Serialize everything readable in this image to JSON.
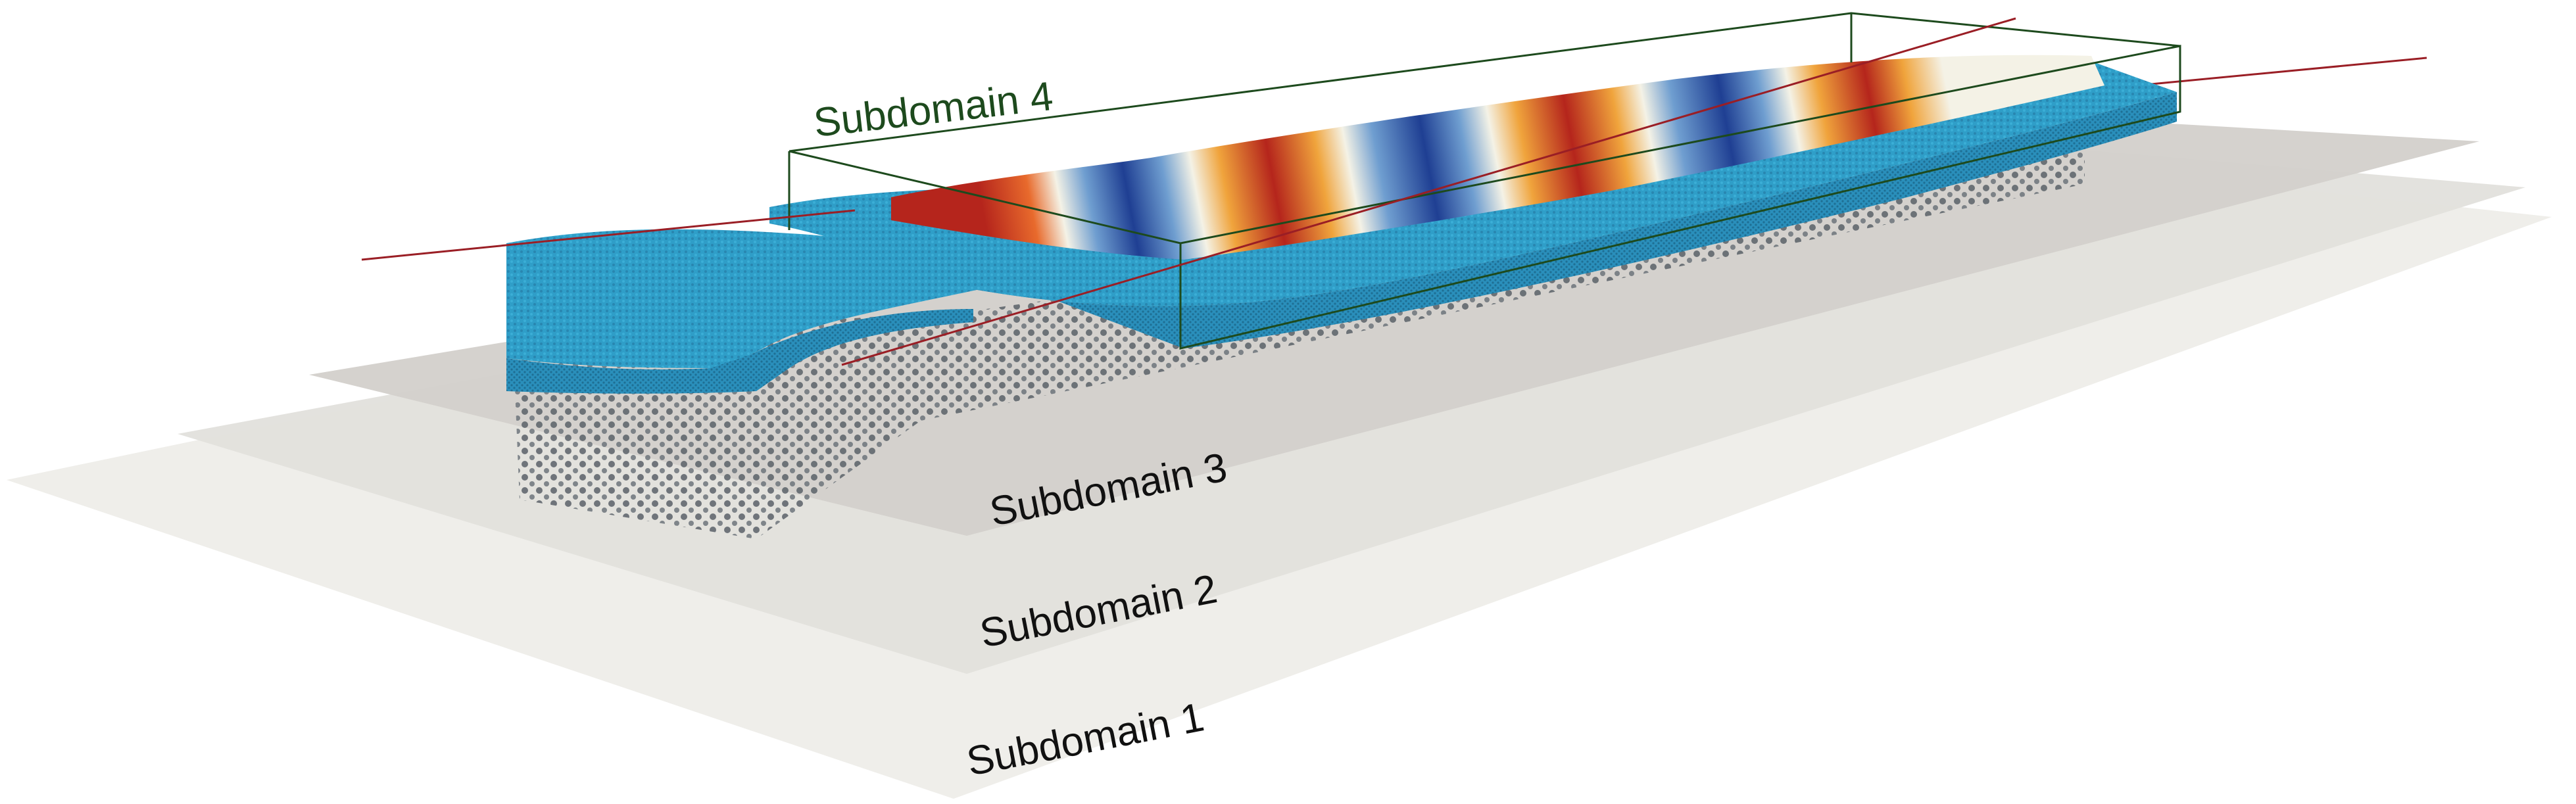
{
  "labels": {
    "subdomain1": "Subdomain 1",
    "subdomain2": "Subdomain 2",
    "subdomain3": "Subdomain 3",
    "subdomain4": "Subdomain 4"
  },
  "colors": {
    "plane1": "#efeeea",
    "plane2": "#e2e0dc",
    "plane3": "#d3d0cb",
    "fluid_blue": "#2f9ec8",
    "fluid_dark": "#1e6f94",
    "particles": "#5a6168",
    "box_outline": "#1d4a1d",
    "axis_line": "#9a1e25",
    "wave_red": "#b5251c",
    "wave_orange": "#f0a43c",
    "wave_white": "#f4f2e6",
    "wave_blue": "#1f3f93"
  },
  "icons": {
    "scene": "particle-simulation-3d"
  }
}
